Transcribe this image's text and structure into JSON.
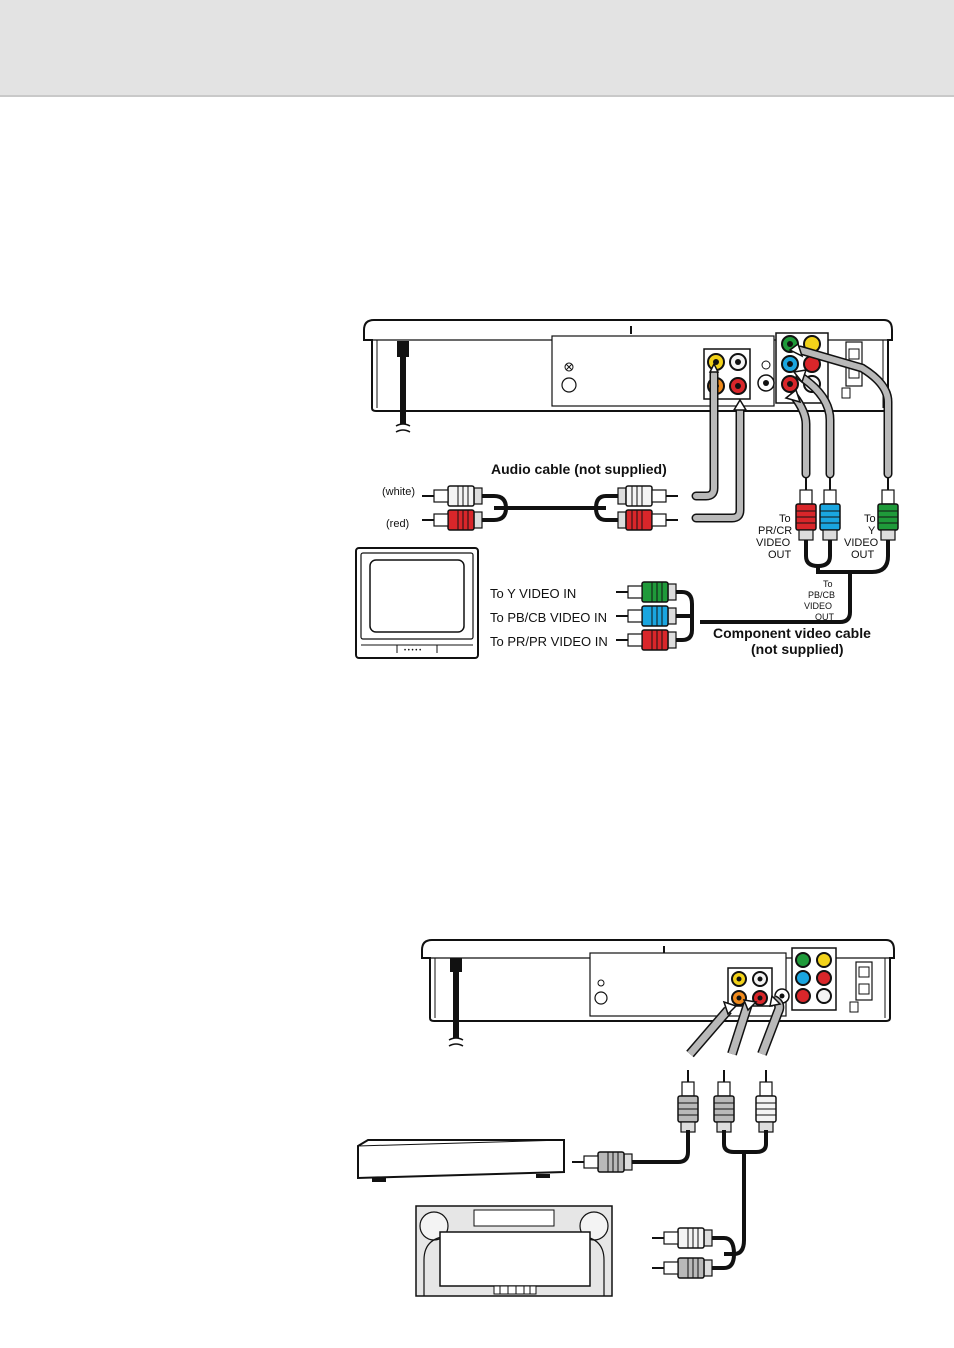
{
  "diagram1": {
    "audio_cable_label": "Audio cable (not supplied)",
    "white_label": "(white)",
    "red_label": "(red)",
    "to_pr_cr_video_out": [
      "To",
      "PR/CR",
      "VIDEO",
      "OUT"
    ],
    "to_y_video_out": [
      "To",
      "Y",
      "VIDEO",
      "OUT"
    ],
    "to_pb_cb_video_out": [
      "To",
      "PB/CB",
      "VIDEO",
      "OUT"
    ],
    "to_y_video_in": "To Y VIDEO IN",
    "to_pb_cb_video_in": "To PB/CB VIDEO IN",
    "to_pr_pr_video_in": "To PR/PR VIDEO IN",
    "component_cable_label": [
      "Component video cable",
      "(not supplied)"
    ]
  },
  "colors": {
    "green_plug": "#1f9a3a",
    "blue_plug": "#1aa6e0",
    "red_plug": "#d9262a",
    "yellow_jack": "#f2d21a",
    "orange_jack": "#f08a1c",
    "white_plug": "#f4f4f4",
    "gray_arrow": "#b9b9b9",
    "header_gray": "#e3e3e3"
  }
}
